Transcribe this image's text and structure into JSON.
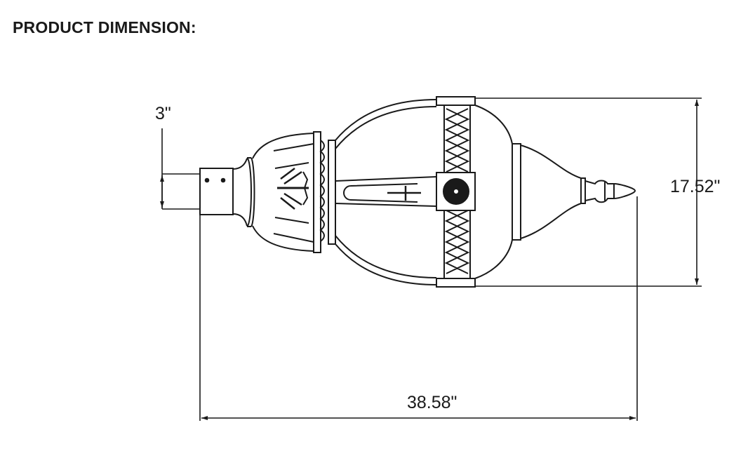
{
  "title": "PRODUCT DIMENSION:",
  "dimensions": {
    "pole_diameter": "3\"",
    "height": "17.52\"",
    "length": "38.58\""
  },
  "colors": {
    "line": "#1a1a1a",
    "background": "#ffffff"
  }
}
